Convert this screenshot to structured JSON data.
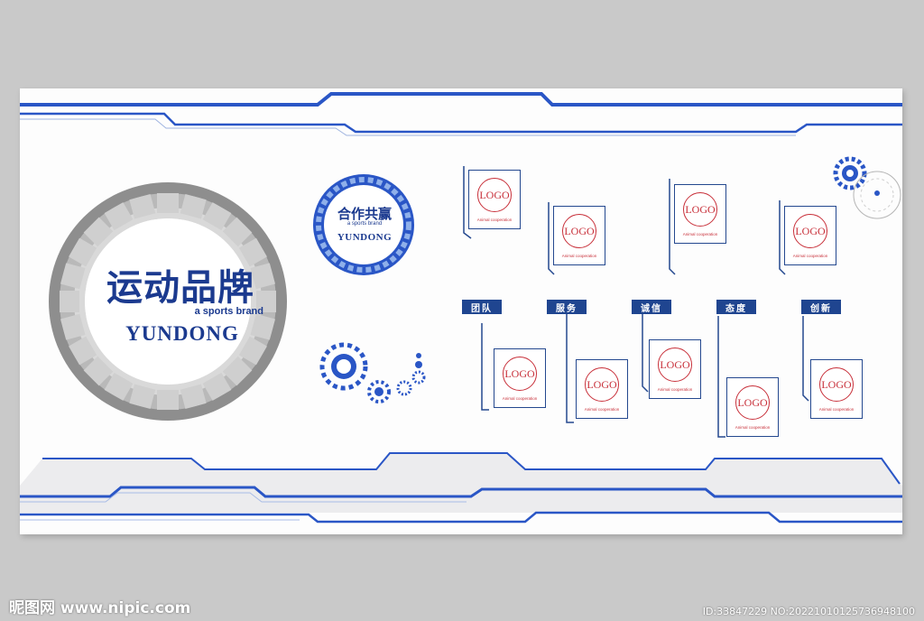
{
  "brand": {
    "title_cn": "运动品牌",
    "subtitle": "a sports brand",
    "title_en": "YUNDONG"
  },
  "badge": {
    "title_cn": "合作共赢",
    "subtitle": "a sports brand",
    "title_en": "YUNDONG"
  },
  "logo_card": {
    "logo_text": "LOGO",
    "caption": "Animal cooperation"
  },
  "values": [
    {
      "label": "团队"
    },
    {
      "label": "服务"
    },
    {
      "label": "诚信"
    },
    {
      "label": "态度"
    },
    {
      "label": "创新"
    }
  ],
  "colors": {
    "brand_blue": "#1b3a8f",
    "accent_blue": "#2a56c6",
    "logo_red": "#c8303a",
    "gear_gray": "#8c8c8c"
  },
  "watermark": {
    "site_left": "昵图网 www.nipic.com",
    "id_right": "ID:33847229 NO:20221010125736948100"
  }
}
